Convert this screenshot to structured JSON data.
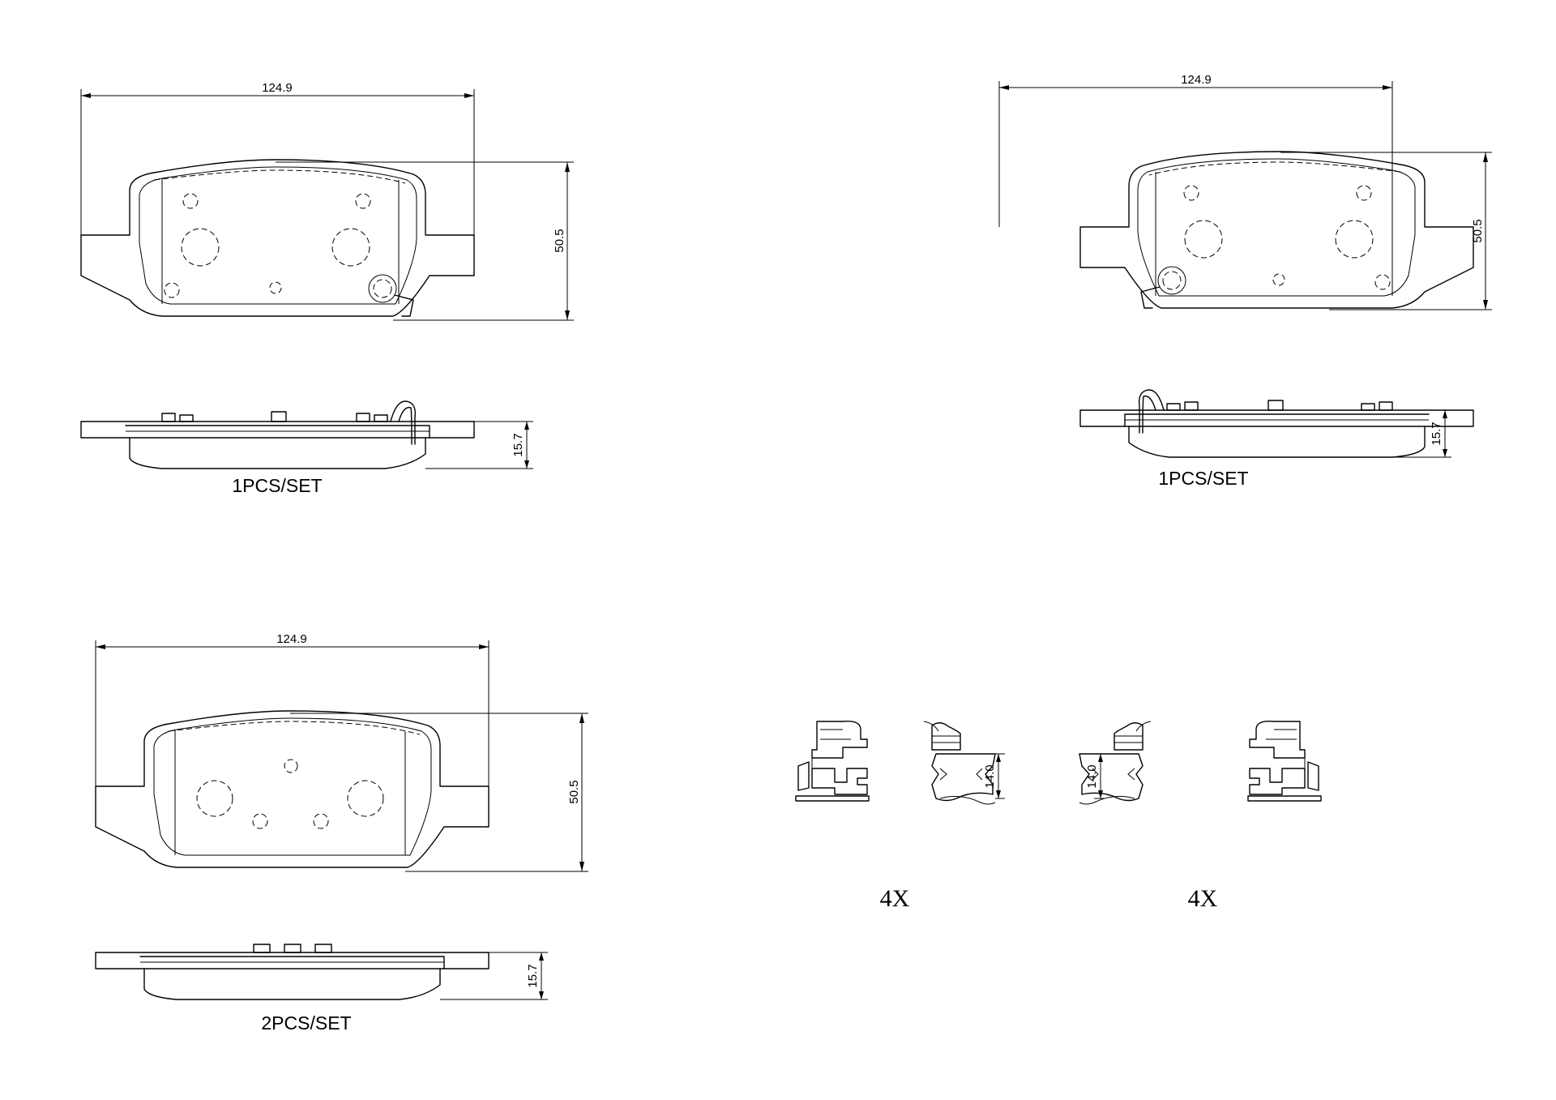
{
  "dimensions": {
    "pad_width": "124.9",
    "pad_height": "50.5",
    "pad_thickness": "15.7",
    "clip_height": "14.0"
  },
  "quantities": {
    "pad_a": "1PCS/SET",
    "pad_b": "1PCS/SET",
    "pad_c": "2PCS/SET",
    "clips_left": "4X",
    "clips_right": "4X"
  }
}
